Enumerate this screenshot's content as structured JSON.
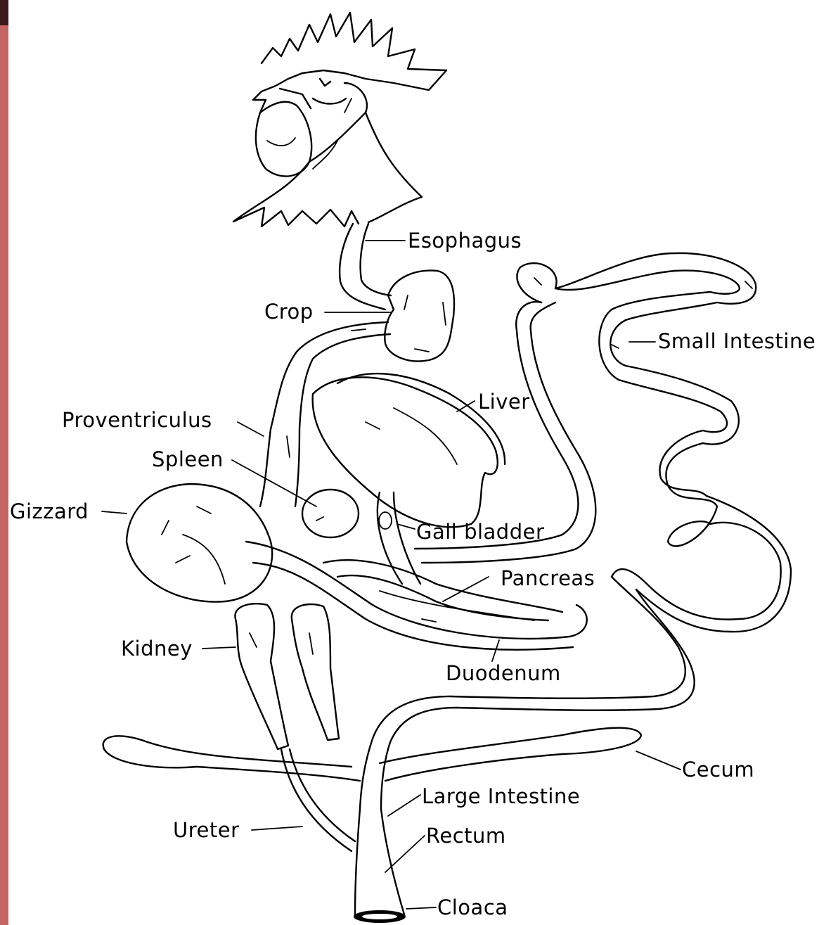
{
  "colors": {
    "side_bar": "#c56564",
    "side_bar_top": "#3a1a1a",
    "ink": "#000000",
    "background": "#ffffff"
  },
  "labels": {
    "esophagus": "Esophagus",
    "crop": "Crop",
    "small_intestine": "Small Intestine",
    "liver": "Liver",
    "proventriculus": "Proventriculus",
    "spleen": "Spleen",
    "gizzard": "Gizzard",
    "gall_bladder": "Gall bladder",
    "pancreas": "Pancreas",
    "kidney": "Kidney",
    "duodenum": "Duodenum",
    "cecum": "Cecum",
    "large_intestine": "Large Intestine",
    "ureter": "Ureter",
    "rectum": "Rectum",
    "cloaca": "Cloaca"
  }
}
